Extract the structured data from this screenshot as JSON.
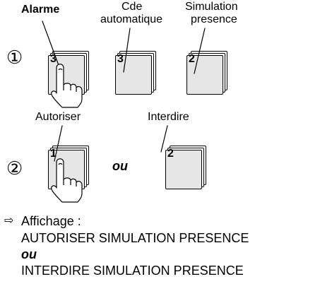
{
  "step1": {
    "number": "①",
    "labels": {
      "alarme": "Alarme",
      "cde_line1": "Cde",
      "cde_line2": "automatique",
      "sim_line1": "Simulation",
      "sim_line2": "presence"
    },
    "keys": [
      "3",
      "3",
      "2"
    ]
  },
  "step2": {
    "number": "②",
    "labels": {
      "autoriser": "Autoriser",
      "interdire": "Interdire"
    },
    "keys": [
      "1",
      "2"
    ],
    "or_text": "ou"
  },
  "result": {
    "arrow": "⇨",
    "display_label": "Affichage :",
    "line1": "AUTORISER SIMULATION PRESENCE",
    "or_text": "ou",
    "line2": "INTERDIRE SIMULATION PRESENCE"
  }
}
